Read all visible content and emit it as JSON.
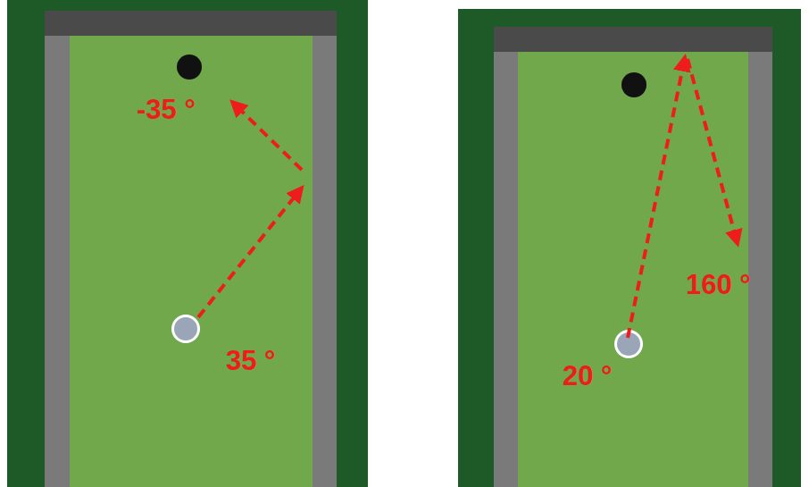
{
  "diagram": {
    "labels": [
      "-35 °",
      "35 °",
      "160 °",
      "20 °"
    ]
  }
}
